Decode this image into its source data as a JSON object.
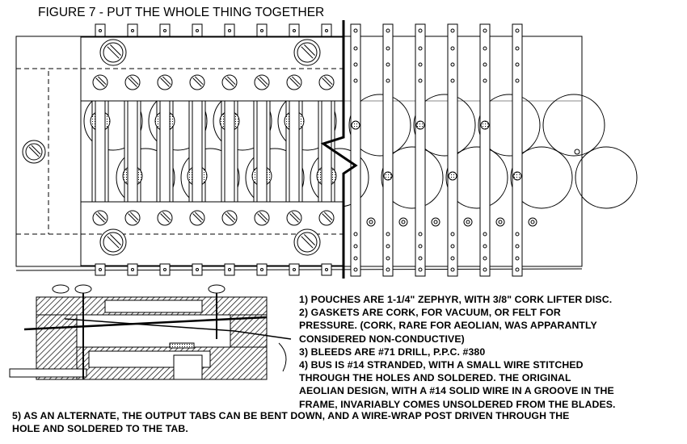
{
  "title": "FIGURE 7 - PUT THE WHOLE THING TOGETHER",
  "notes": [
    "1) POUCHES ARE 1-1/4\" ZEPHYR, WITH 3/8\" CORK LIFTER DISC.",
    "2) GASKETS ARE CORK, FOR VACUUM, OR FELT FOR",
    "PRESSURE. (CORK, RARE FOR AEOLIAN, WAS APPARANTLY",
    "CONSIDERED    NON-CONDUCTIVE)",
    "3) BLEEDS ARE #71 DRILL, P.P.C. #380",
    "4) BUS IS #14 STRANDED, WITH A SMALL WIRE STITCHED",
    "THROUGH THE HOLES AND SOLDERED. THE ORIGINAL",
    "AEOLIAN DESIGN, WITH A #14 SOLID WIRE IN A GROOVE IN THE",
    "FRAME, INVARIABLY COMES UNSOLDERED FROM THE BLADES."
  ],
  "note5": [
    "5) AS AN ALTERNATE, THE OUTPUT TABS CAN BE BENT DOWN, AND A WIRE-WRAP POST DRIVEN THROUGH THE",
    "HOLE AND SOLDERED TO THE TAB."
  ]
}
